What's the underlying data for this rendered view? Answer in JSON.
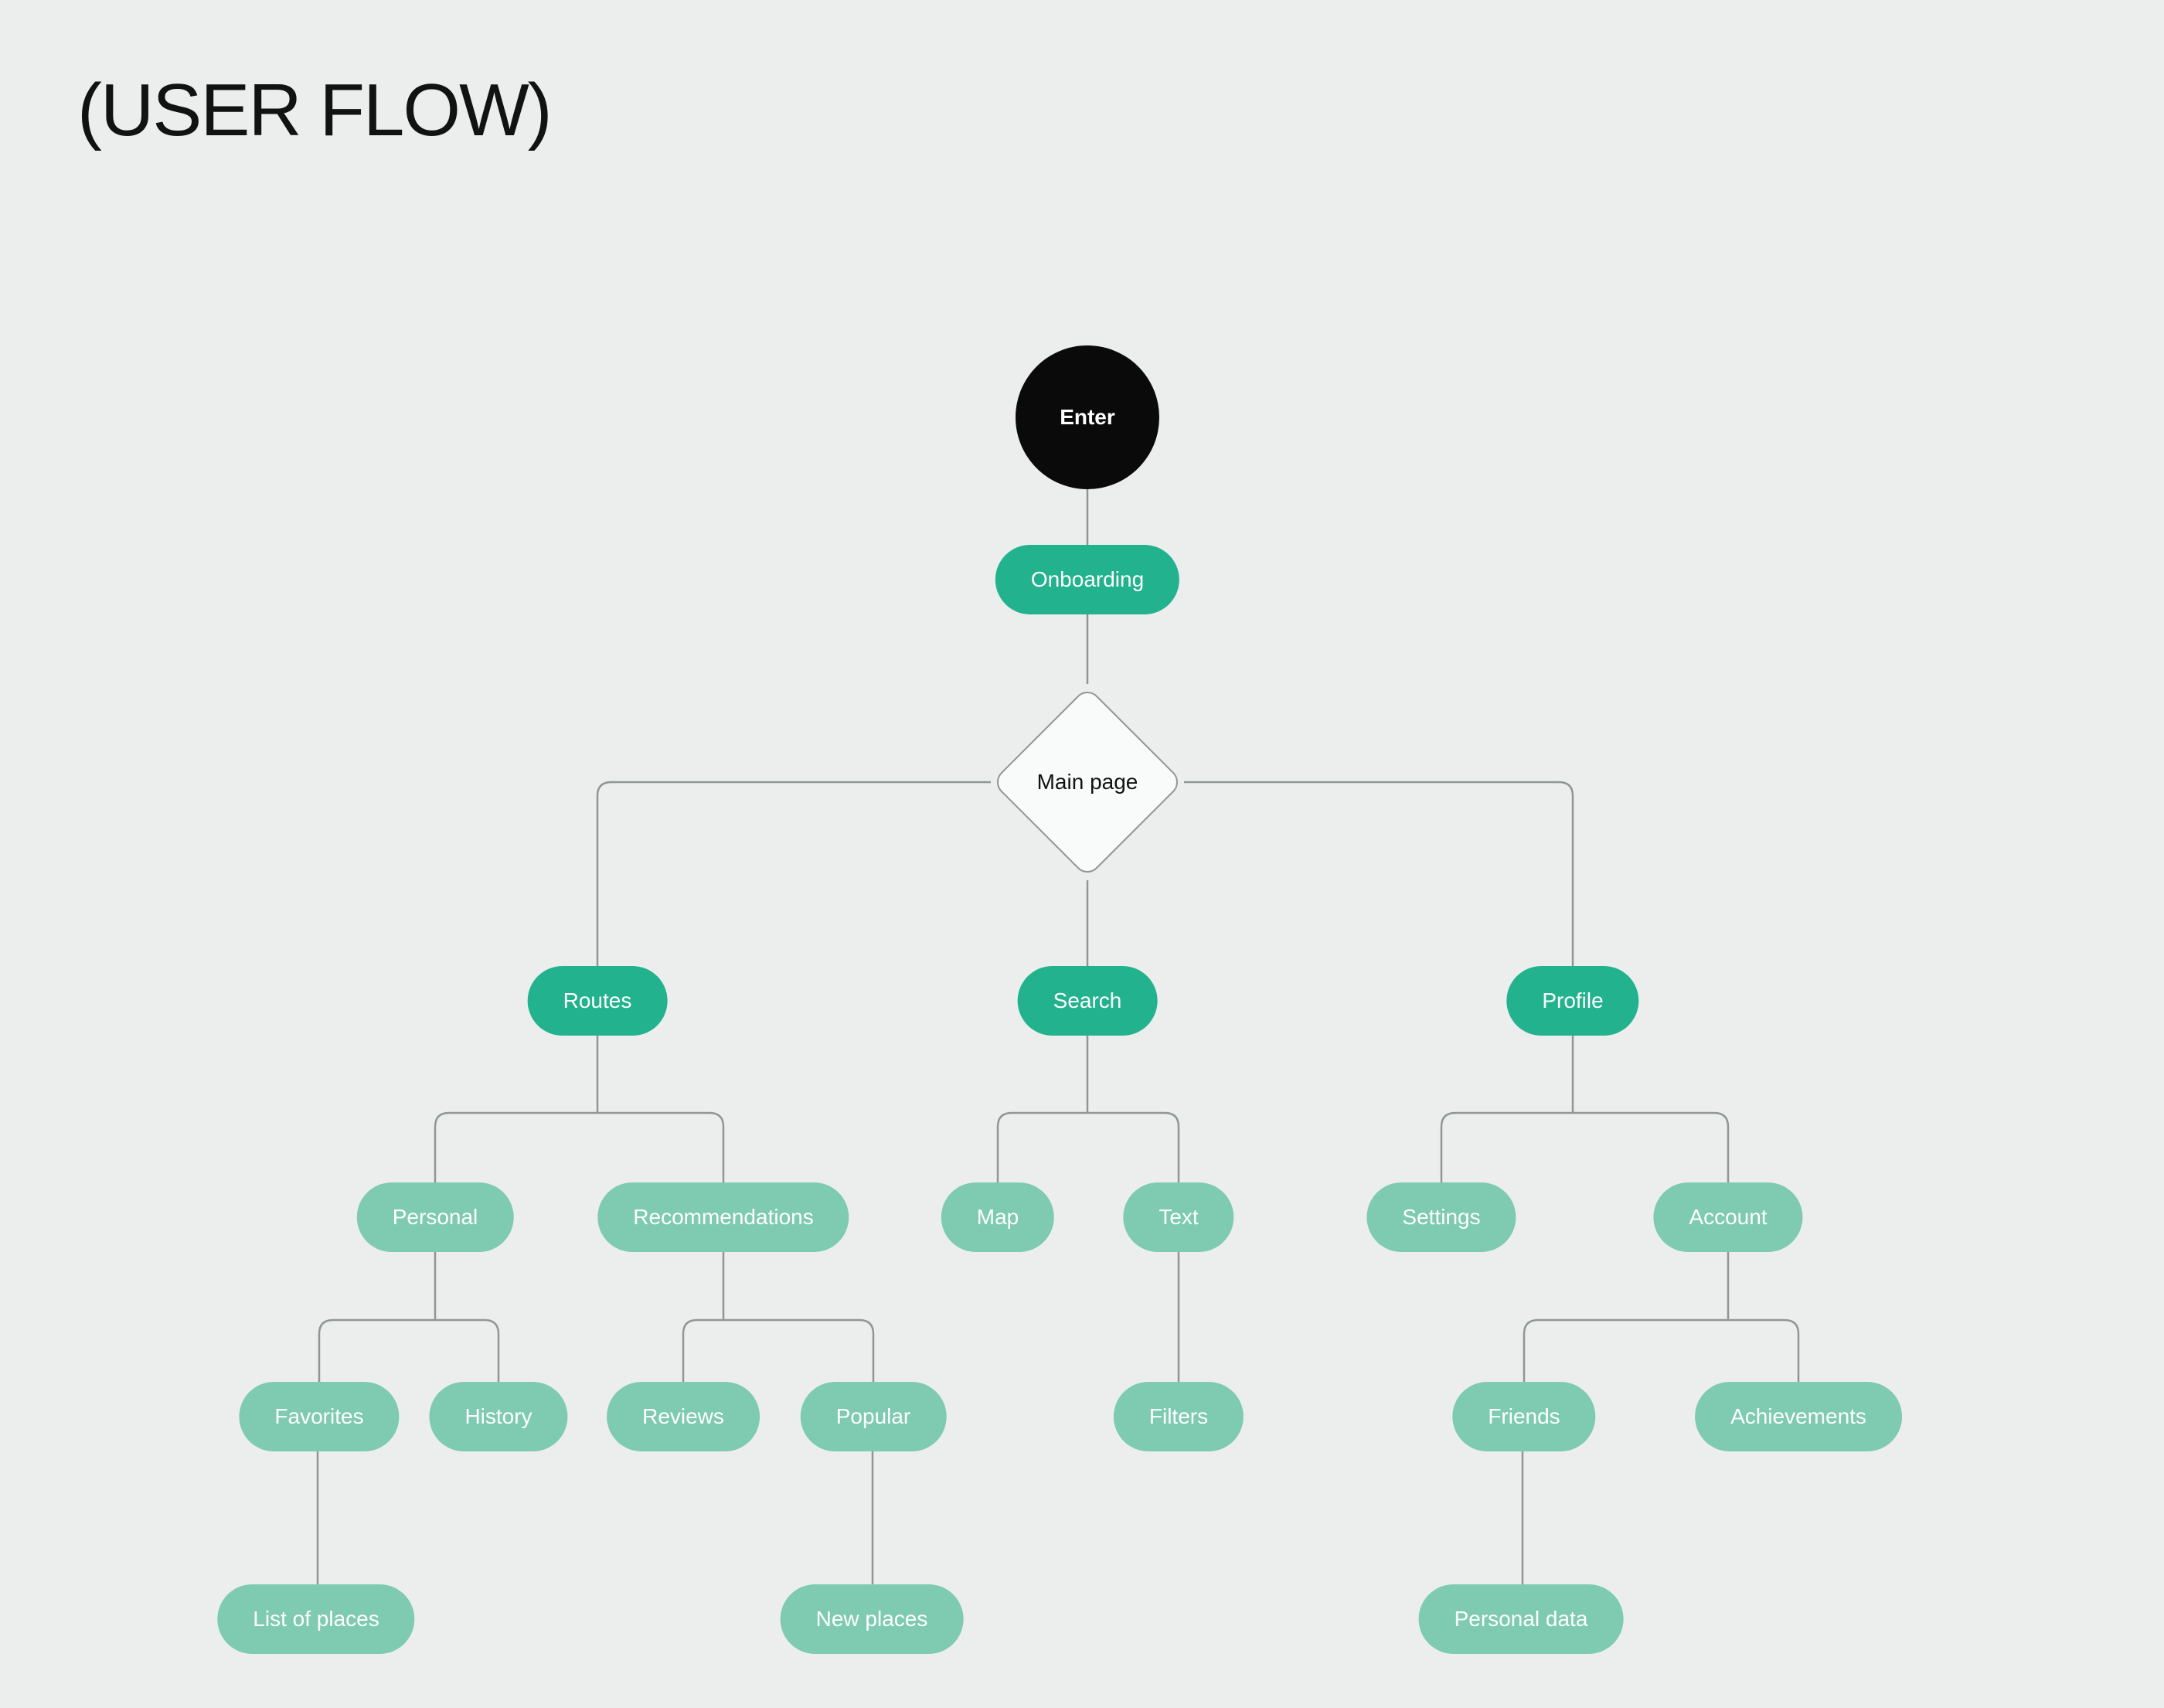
{
  "title": "(USER FLOW)",
  "colors": {
    "background": "#eceeed",
    "accent_dark": "#22b28d",
    "accent_light": "#7ecbb1",
    "start_node": "#0a0a0a",
    "line": "#8f9793"
  },
  "nodes": {
    "enter": {
      "label": "Enter",
      "type": "start"
    },
    "onboarding": {
      "label": "Onboarding",
      "type": "primary"
    },
    "main_page": {
      "label": "Main page",
      "type": "decision"
    },
    "routes": {
      "label": "Routes",
      "type": "primary"
    },
    "search": {
      "label": "Search",
      "type": "primary"
    },
    "profile": {
      "label": "Profile",
      "type": "primary"
    },
    "personal": {
      "label": "Personal",
      "type": "secondary"
    },
    "recommendations": {
      "label": "Recommendations",
      "type": "secondary"
    },
    "map": {
      "label": "Map",
      "type": "secondary"
    },
    "text": {
      "label": "Text",
      "type": "secondary"
    },
    "settings": {
      "label": "Settings",
      "type": "secondary"
    },
    "account": {
      "label": "Account",
      "type": "secondary"
    },
    "favorites": {
      "label": "Favorites",
      "type": "secondary"
    },
    "history": {
      "label": "History",
      "type": "secondary"
    },
    "reviews": {
      "label": "Reviews",
      "type": "secondary"
    },
    "popular": {
      "label": "Popular",
      "type": "secondary"
    },
    "filters": {
      "label": "Filters",
      "type": "secondary"
    },
    "friends": {
      "label": "Friends",
      "type": "secondary"
    },
    "achievements": {
      "label": "Achievements",
      "type": "secondary"
    },
    "list_of_places": {
      "label": "List of places",
      "type": "secondary"
    },
    "new_places": {
      "label": "New places",
      "type": "secondary"
    },
    "personal_data": {
      "label": "Personal data",
      "type": "secondary"
    }
  },
  "edges": [
    {
      "from": "enter",
      "to": "onboarding"
    },
    {
      "from": "onboarding",
      "to": "main_page"
    },
    {
      "from": "main_page",
      "to": "routes"
    },
    {
      "from": "main_page",
      "to": "search"
    },
    {
      "from": "main_page",
      "to": "profile"
    },
    {
      "from": "routes",
      "to": "personal"
    },
    {
      "from": "routes",
      "to": "recommendations"
    },
    {
      "from": "search",
      "to": "map"
    },
    {
      "from": "search",
      "to": "text"
    },
    {
      "from": "profile",
      "to": "settings"
    },
    {
      "from": "profile",
      "to": "account"
    },
    {
      "from": "personal",
      "to": "favorites"
    },
    {
      "from": "personal",
      "to": "history"
    },
    {
      "from": "recommendations",
      "to": "reviews"
    },
    {
      "from": "recommendations",
      "to": "popular"
    },
    {
      "from": "text",
      "to": "filters"
    },
    {
      "from": "account",
      "to": "friends"
    },
    {
      "from": "account",
      "to": "achievements"
    },
    {
      "from": "favorites",
      "to": "list_of_places"
    },
    {
      "from": "popular",
      "to": "new_places"
    },
    {
      "from": "friends",
      "to": "personal_data"
    }
  ]
}
